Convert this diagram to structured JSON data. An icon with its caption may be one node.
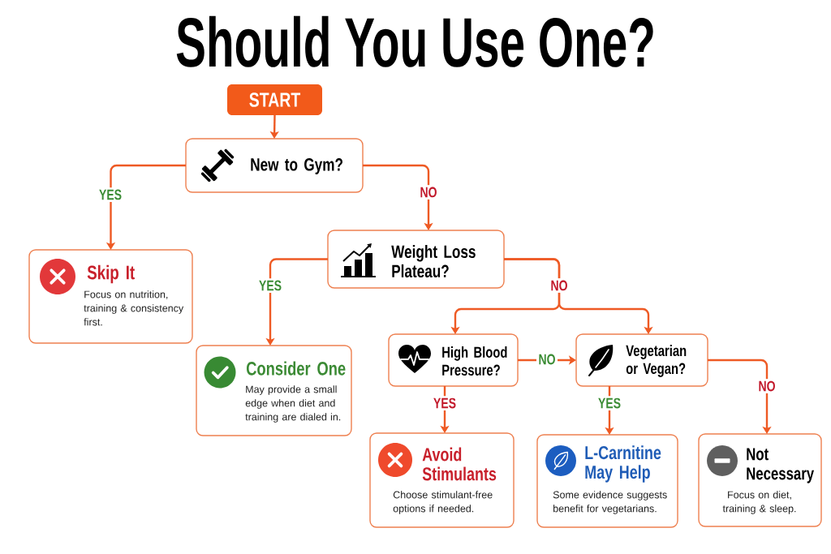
{
  "diagram": {
    "title": "Should You Use One?",
    "nodes": [
      {
        "text": [
          "START"
        ]
      },
      {
        "text": [
          "New to Gym?"
        ]
      },
      {
        "text": [
          "Skip It",
          "Focus on nutrition, training & consistency first."
        ]
      },
      {
        "text": [
          "Weight Loss Plateau?"
        ]
      },
      {
        "text": [
          "Consider One",
          "May provide a small edge when diet and training are dialed in."
        ]
      },
      {
        "text": [
          "High Blood Pressure?"
        ]
      },
      {
        "text": [
          "Vegetarian or Vegan?"
        ]
      },
      {
        "text": [
          "Avoid Stimulants",
          "Choose stimulant-free options if needed."
        ]
      },
      {
        "text": [
          "L-Carnitine May Help",
          "Some evidence suggests benefit for vegetarians."
        ]
      },
      {
        "text": [
          "Not Necessary",
          "Focus on diet, training & sleep."
        ]
      }
    ],
    "edges": [
      {
        "from": 0,
        "to": 1,
        "arrow": "to"
      },
      {
        "from": 1,
        "to": 2,
        "arrow": "to",
        "label": "YES"
      },
      {
        "from": 1,
        "to": 3,
        "arrow": "to",
        "label": "NO"
      },
      {
        "from": 3,
        "to": 4,
        "arrow": "to",
        "label": "YES"
      },
      {
        "from": 3,
        "to": 5,
        "arrow": "to",
        "label": "NO"
      },
      {
        "from": 3,
        "to": 6,
        "arrow": "to"
      },
      {
        "from": 5,
        "to": 6,
        "arrow": "to",
        "label": "NO"
      },
      {
        "from": 5,
        "to": 7,
        "arrow": "to",
        "label": "YES"
      },
      {
        "from": 6,
        "to": 8,
        "arrow": "to",
        "label": "YES"
      },
      {
        "from": 6,
        "to": 9,
        "arrow": "to",
        "label": "NO"
      }
    ]
  }
}
